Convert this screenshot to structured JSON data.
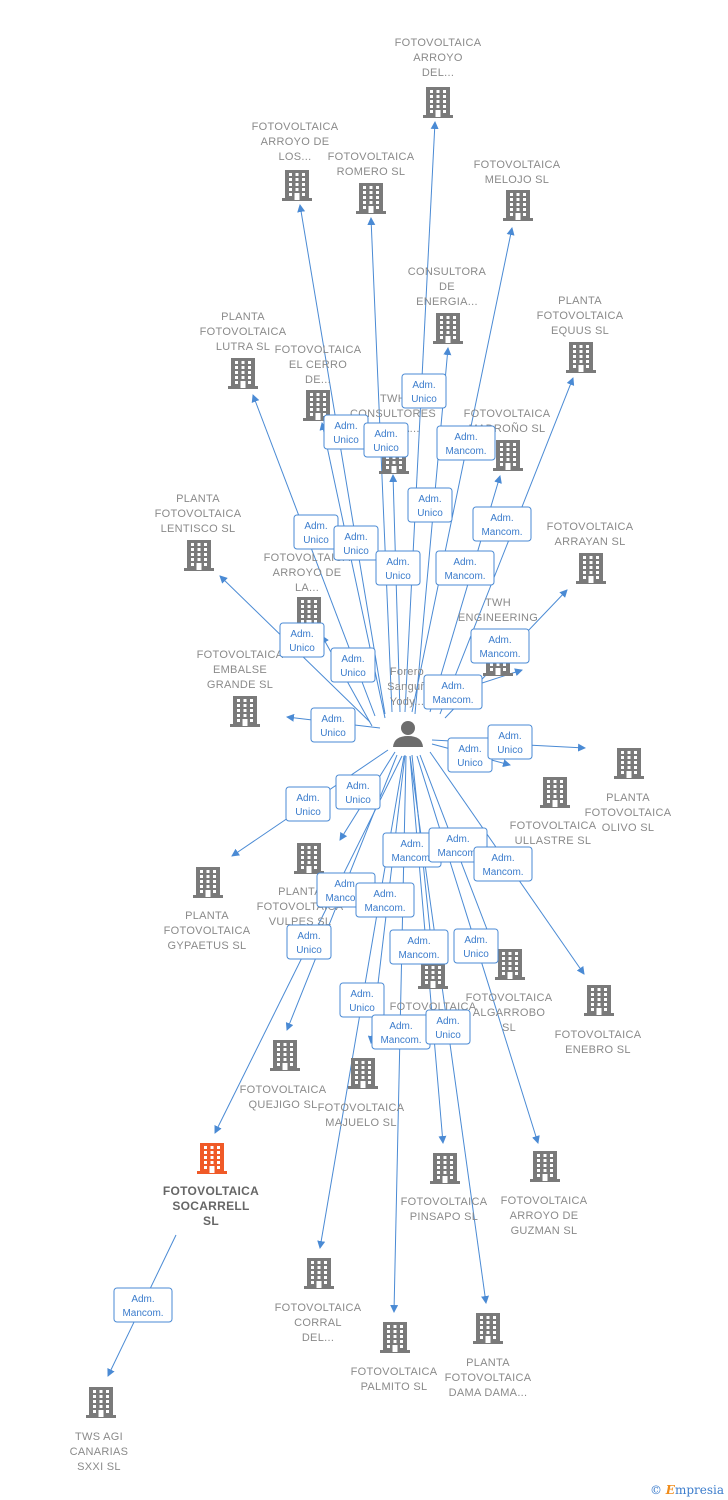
{
  "colors": {
    "edge": "#4a8ad4",
    "building": "#7a7a7a",
    "focus": "#f05a28",
    "person": "#6d6d6d"
  },
  "person": {
    "id": "person",
    "lines": [
      "Forero",
      "Sanguñ",
      "Yody..."
    ],
    "icon": "person-icon"
  },
  "nodes": [
    {
      "id": "n1",
      "lines": [
        "FOTOVOLTAICA",
        "ARROYO",
        "DEL..."
      ]
    },
    {
      "id": "n2",
      "lines": [
        "FOTOVOLTAICA",
        "ARROYO DE",
        "LOS..."
      ]
    },
    {
      "id": "n3",
      "lines": [
        "FOTOVOLTAICA",
        "ROMERO  SL"
      ]
    },
    {
      "id": "n4",
      "lines": [
        "FOTOVOLTAICA",
        "MELOJO  SL"
      ]
    },
    {
      "id": "n5",
      "lines": [
        "CONSULTORA",
        "DE",
        "ENERGIA..."
      ]
    },
    {
      "id": "n6",
      "lines": [
        "PLANTA",
        "FOTOVOLTAICA",
        "EQUUS  SL"
      ]
    },
    {
      "id": "n7",
      "lines": [
        "PLANTA",
        "FOTOVOLTAICA",
        "LUTRA  SL"
      ]
    },
    {
      "id": "n8",
      "lines": [
        "FOTOVOLTAICA",
        "EL CERRO",
        "DE..."
      ]
    },
    {
      "id": "n9",
      "lines": [
        "TWH",
        "CONSULTORES",
        "ASOCIA..."
      ]
    },
    {
      "id": "n10",
      "lines": [
        "FOTOVOLTAICA",
        "MADROÑO  SL"
      ]
    },
    {
      "id": "n11",
      "lines": [
        "PLANTA",
        "FOTOVOLTAICA",
        "LENTISCO  SL"
      ]
    },
    {
      "id": "n12",
      "lines": [
        "FOTOVOLTAICA",
        "ARRAYAN  SL"
      ]
    },
    {
      "id": "n13",
      "lines": [
        "FOTOVOLTAICA",
        "ARROYO DE",
        "LA..."
      ]
    },
    {
      "id": "n14",
      "lines": [
        "TWH",
        "ENGINEERING",
        "SL"
      ]
    },
    {
      "id": "n15",
      "lines": [
        "FOTOVOLTAICA",
        "EMBALSE",
        "GRANDE  SL"
      ]
    },
    {
      "id": "n16",
      "lines": [
        "PLANTA",
        "FOTOVOLTAICA",
        "OLIVO  SL"
      ]
    },
    {
      "id": "n17",
      "lines": [
        "FOTOVOLTAICA",
        "ULLASTRE  SL"
      ]
    },
    {
      "id": "n18",
      "lines": [
        "PLANTA",
        "FOTOVOLTAICA",
        "GYPAETUS  SL"
      ]
    },
    {
      "id": "n19",
      "lines": [
        "PLANTA",
        "FOTOVOLTAICA",
        "VULPES  SL"
      ]
    },
    {
      "id": "n20",
      "lines": [
        "FOTOVOLTAICA",
        "MACHO..."
      ]
    },
    {
      "id": "n21",
      "lines": [
        "FOTOVOLTAICA",
        "ALGARROBO",
        "SL"
      ]
    },
    {
      "id": "n22",
      "lines": [
        "FOTOVOLTAICA",
        "ENEBRO  SL"
      ]
    },
    {
      "id": "n23",
      "lines": [
        "FOTOVOLTAICA",
        "QUEJIGO  SL"
      ]
    },
    {
      "id": "n24",
      "lines": [
        "FOTOVOLTAICA",
        "MAJUELO  SL"
      ]
    },
    {
      "id": "n25",
      "lines": [
        "FOTOVOLTAICA",
        "SOCARRELL",
        "SL"
      ],
      "focus": true
    },
    {
      "id": "n26",
      "lines": [
        "FOTOVOLTAICA",
        "PINSAPO  SL"
      ]
    },
    {
      "id": "n27",
      "lines": [
        "FOTOVOLTAICA",
        "ARROYO DE",
        "GUZMAN  SL"
      ]
    },
    {
      "id": "n28",
      "lines": [
        "FOTOVOLTAICA",
        "CORRAL",
        "DEL..."
      ]
    },
    {
      "id": "n29",
      "lines": [
        "FOTOVOLTAICA",
        "PALMITO  SL"
      ]
    },
    {
      "id": "n30",
      "lines": [
        "PLANTA",
        "FOTOVOLTAICA",
        "DAMA DAMA..."
      ]
    },
    {
      "id": "n31",
      "lines": [
        "TWS AGI",
        "CANARIAS",
        "SXXI  SL"
      ]
    }
  ],
  "edges": [
    {
      "from": "person",
      "to": "n1",
      "lines": [
        "Adm.",
        "Unico"
      ]
    },
    {
      "from": "person",
      "to": "n2",
      "lines": [
        "Adm.",
        "Unico"
      ]
    },
    {
      "from": "person",
      "to": "n3",
      "lines": [
        "Adm.",
        "Unico"
      ]
    },
    {
      "from": "person",
      "to": "n4",
      "lines": [
        "Adm.",
        "Unico"
      ]
    },
    {
      "from": "person",
      "to": "n5",
      "lines": [
        "Adm.",
        "Mancom."
      ]
    },
    {
      "from": "person",
      "to": "n6",
      "lines": [
        "Adm.",
        "Mancom."
      ]
    },
    {
      "from": "person",
      "to": "n7",
      "lines": [
        "Adm.",
        "Unico"
      ]
    },
    {
      "from": "person",
      "to": "n8",
      "lines": [
        "Adm.",
        "Unico"
      ]
    },
    {
      "from": "person",
      "to": "n9",
      "lines": [
        "Adm.",
        "Unico"
      ]
    },
    {
      "from": "person",
      "to": "n10",
      "lines": [
        "Adm.",
        "Mancom."
      ]
    },
    {
      "from": "person",
      "to": "n11",
      "lines": [
        "Adm.",
        "Unico"
      ]
    },
    {
      "from": "person",
      "to": "n12",
      "lines": [
        "Adm.",
        "Mancom."
      ]
    },
    {
      "from": "person",
      "to": "n13",
      "lines": [
        "Adm.",
        "Unico"
      ]
    },
    {
      "from": "person",
      "to": "n14",
      "lines": [
        "Adm.",
        "Mancom."
      ]
    },
    {
      "from": "person",
      "to": "n15",
      "lines": [
        "Adm.",
        "Unico"
      ]
    },
    {
      "from": "person",
      "to": "n16",
      "lines": [
        "Adm.",
        "Unico"
      ]
    },
    {
      "from": "person",
      "to": "n17",
      "lines": [
        "Adm.",
        "Unico"
      ]
    },
    {
      "from": "person",
      "to": "n18",
      "lines": [
        "Adm.",
        "Unico"
      ]
    },
    {
      "from": "person",
      "to": "n19",
      "lines": [
        "Adm.",
        "Unico"
      ]
    },
    {
      "from": "person",
      "to": "n20",
      "lines": [
        "Adm.",
        "Mancom."
      ]
    },
    {
      "from": "person",
      "to": "n21",
      "lines": [
        "Adm.",
        "Mancom."
      ]
    },
    {
      "from": "person",
      "to": "n22",
      "lines": [
        "Adm.",
        "Mancom."
      ]
    },
    {
      "from": "person",
      "to": "n23",
      "lines": [
        "Adm.",
        "Mancom."
      ]
    },
    {
      "from": "person",
      "to": "n24",
      "lines": [
        "Adm.",
        "Mancom."
      ]
    },
    {
      "from": "person",
      "to": "n25",
      "lines": [
        "Adm.",
        "Unico"
      ]
    },
    {
      "from": "person",
      "to": "n26",
      "lines": [
        "Adm.",
        "Mancom."
      ]
    },
    {
      "from": "person",
      "to": "n27",
      "lines": [
        "Adm.",
        "Unico"
      ]
    },
    {
      "from": "person",
      "to": "n28",
      "lines": [
        "Adm.",
        "Unico"
      ]
    },
    {
      "from": "person",
      "to": "n29",
      "lines": [
        "Adm.",
        "Mancom."
      ]
    },
    {
      "from": "person",
      "to": "n30",
      "lines": [
        "Adm.",
        "Unico"
      ]
    },
    {
      "from": "n25",
      "to": "n31",
      "lines": [
        "Adm.",
        "Mancom."
      ]
    }
  ],
  "footer": {
    "copyright": "©",
    "brand_first": "E",
    "brand_rest": "mpresia"
  }
}
